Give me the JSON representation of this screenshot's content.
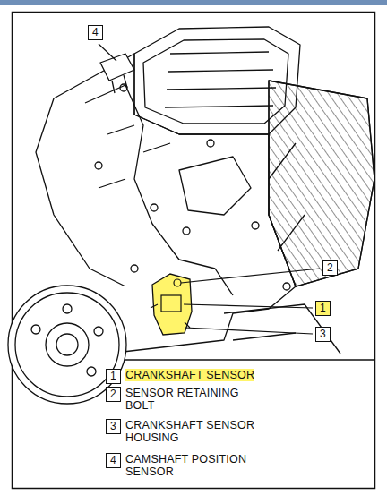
{
  "diagram": {
    "labels": [
      "4",
      "2",
      "1",
      "3",
      "1",
      "CRANKSHAFT SENSOR",
      "2",
      "SENSOR RETAINING BOLT",
      "3",
      "CRANKSHAFT SENSOR HOUSING",
      "4",
      "CAMSHAFT POSITION SENSOR"
    ]
  }
}
